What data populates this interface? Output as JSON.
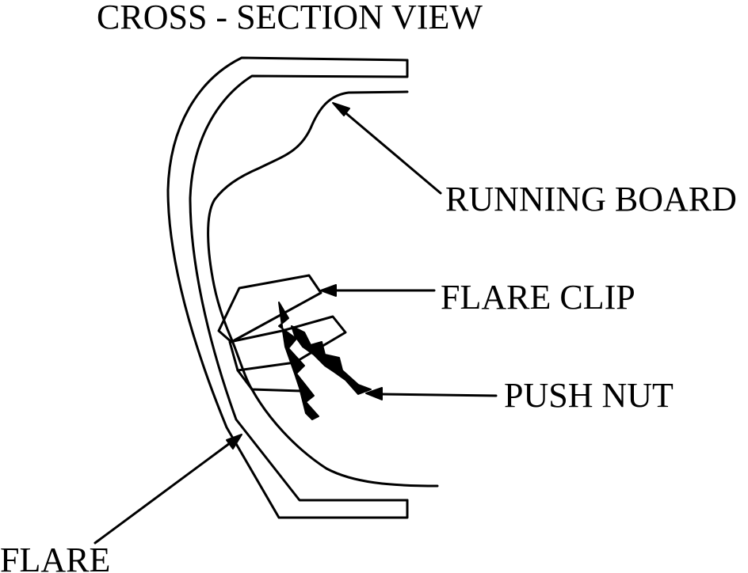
{
  "title": "CROSS - SECTION  VIEW",
  "labels": {
    "running_board": "RUNNING  BOARD",
    "flare_clip": "FLARE  CLIP",
    "push_nut": "PUSH  NUT",
    "flare": "FLARE"
  },
  "colors": {
    "line": "#000000",
    "background": "#ffffff"
  }
}
